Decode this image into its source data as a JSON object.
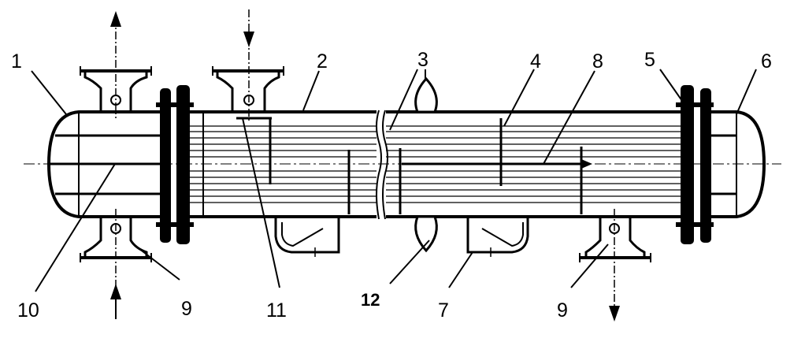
{
  "labels": {
    "l1": "1",
    "l2": "2",
    "l3": "3",
    "l4": "4",
    "l5": "5",
    "l6": "6",
    "l7": "7",
    "l8": "8",
    "l9a": "9",
    "l9b": "9",
    "l10": "10",
    "l11": "11",
    "l12": "12"
  },
  "colors": {
    "ink": "#000000",
    "background": "#ffffff"
  }
}
